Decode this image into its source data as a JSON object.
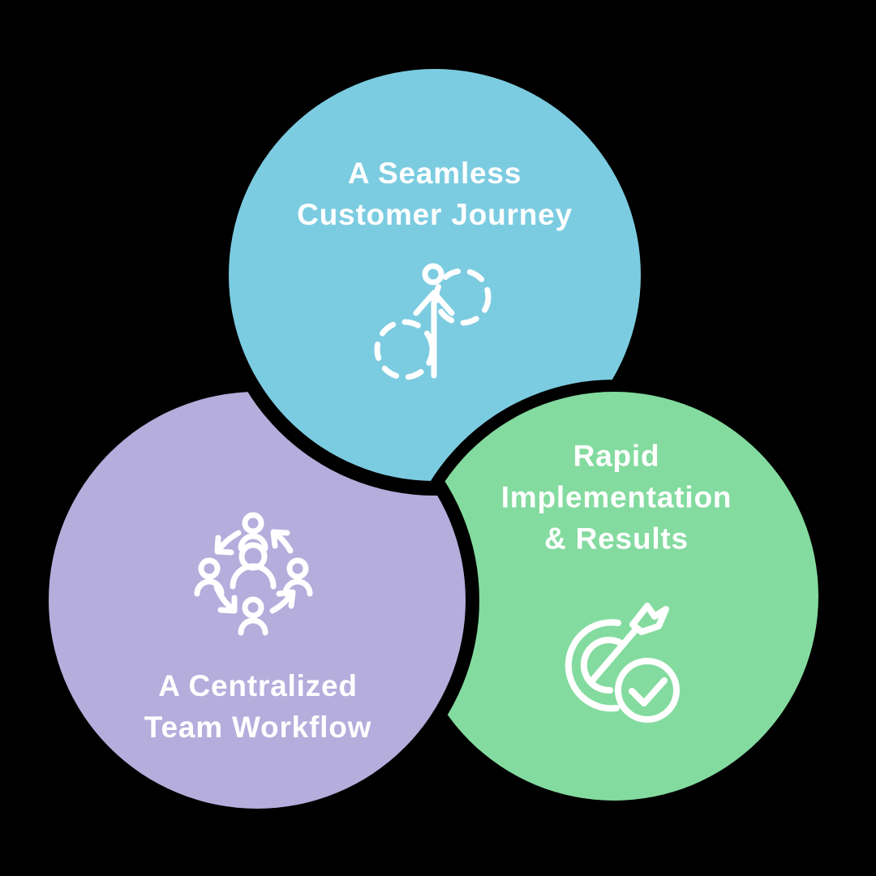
{
  "background_color": "#000000",
  "text_color": "#ffffff",
  "bubbles": [
    {
      "id": "customer-journey",
      "color": "#7CCCE1",
      "lines": [
        "A Seamless",
        "Customer Journey"
      ],
      "icon": "customer-journey-arrow-icon"
    },
    {
      "id": "team-workflow",
      "color": "#B5ADDC",
      "lines": [
        "A Centralized",
        "Team Workflow"
      ],
      "icon": "team-cycle-icon"
    },
    {
      "id": "rapid-results",
      "color": "#84DB9F",
      "lines": [
        "Rapid",
        "Implementation",
        "& Results"
      ],
      "icon": "target-check-icon"
    }
  ]
}
